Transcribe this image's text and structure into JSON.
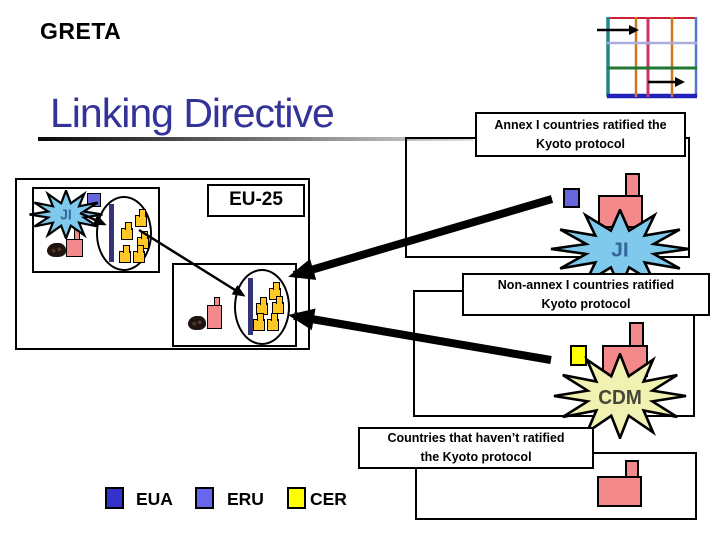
{
  "slide": {
    "brand": "GRETA",
    "title": "Linking Directive"
  },
  "boxes": {
    "eu_label": "EU-25",
    "annex1_label": {
      "lines": [
        "Annex I countries ratified the",
        "Kyoto protocol"
      ]
    },
    "nonannex_label": {
      "lines": [
        "Non-annex I countries ratified",
        "Kyoto protocol"
      ]
    },
    "nonratified_label": {
      "lines": [
        "Countries that haven’t ratified",
        "the Kyoto protocol"
      ]
    }
  },
  "mechanisms": {
    "ji": "JI",
    "cdm": "CDM"
  },
  "legend": {
    "items": [
      {
        "label": "EUA",
        "color": "#3333cc"
      },
      {
        "label": "ERU",
        "color": "#6666ee"
      },
      {
        "label": "CER",
        "color": "#ffff00"
      }
    ]
  },
  "colors": {
    "title": "#333399",
    "ji_starburst": "#7ec9ec",
    "ji_text": "#336699",
    "cdm_starburst": "#f1f1b2",
    "cdm_text": "#45453a",
    "factory_pink": "#f4898c",
    "allowance_blue": "#6666dd",
    "credit_yellow": "#ffc826",
    "registry_bar_navy": "#333377"
  }
}
